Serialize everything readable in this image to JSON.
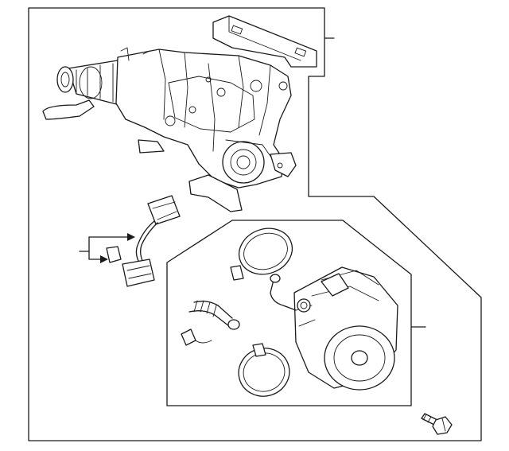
{
  "figure": {
    "kind": "exploded-parts-diagram",
    "background": "#ffffff",
    "stroke_color": "#1a1a1a"
  },
  "parts": [
    {
      "id": "steering-column-assembly",
      "icon": "steering-column-icon"
    },
    {
      "id": "motor-assembly",
      "icon": "power-steering-motor-icon"
    },
    {
      "id": "wire-harness",
      "icon": "harness-connector-icon"
    },
    {
      "id": "mounting-bolt",
      "icon": "bolt-icon"
    },
    {
      "id": "gasket-upper",
      "icon": "o-ring-icon"
    },
    {
      "id": "gasket-lower",
      "icon": "o-ring-icon"
    },
    {
      "id": "motor-cable",
      "icon": "cable-icon"
    }
  ]
}
